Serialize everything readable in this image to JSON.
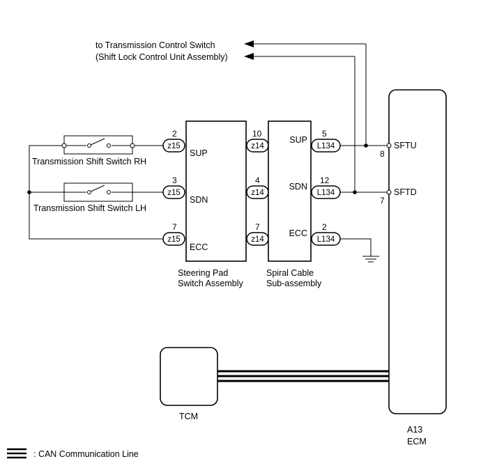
{
  "destination": {
    "line1": "to Transmission Control Switch",
    "line2": "(Shift Lock Control Unit Assembly)"
  },
  "switches": {
    "rh": "Transmission Shift Switch RH",
    "lh": "Transmission Shift Switch LH"
  },
  "steering_pad": {
    "name_line1": "Steering Pad",
    "name_line2": "Switch Assembly",
    "connector_left": "z15",
    "connector_right": "z14",
    "signals": [
      "SUP",
      "SDN",
      "ECC"
    ],
    "pins_left": [
      "2",
      "3",
      "7"
    ],
    "pins_right": [
      "10",
      "4",
      "7"
    ]
  },
  "spiral_cable": {
    "name_line1": "Spiral Cable",
    "name_line2": "Sub-assembly",
    "connector_right": "L134",
    "signals": [
      "SUP",
      "SDN",
      "ECC"
    ],
    "pins_right": [
      "5",
      "12",
      "2"
    ]
  },
  "ecm": {
    "code": "A13",
    "name": "ECM",
    "terminals": [
      {
        "signal": "SFTU",
        "pin": "8"
      },
      {
        "signal": "SFTD",
        "pin": "7"
      }
    ]
  },
  "tcm": {
    "name": "TCM"
  },
  "legend": {
    "can_line": ": CAN Communication Line"
  }
}
